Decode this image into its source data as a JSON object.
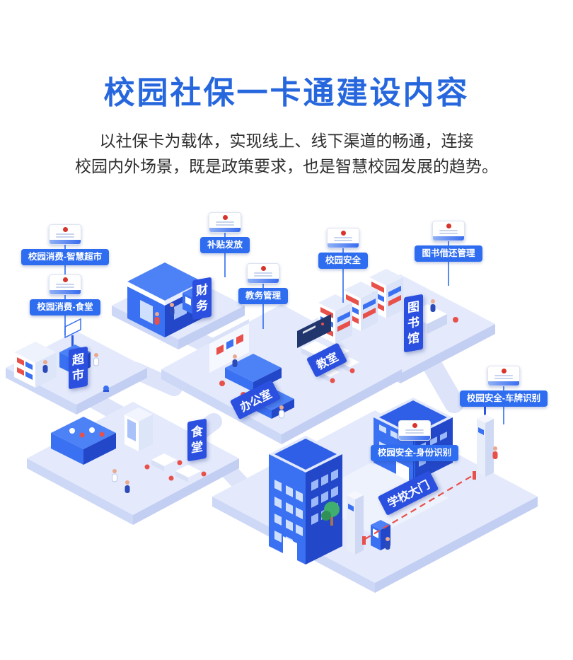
{
  "title": "校园社保一卡通建设内容",
  "intro": {
    "line1": "以社保卡为载体，实现线上、线下渠道的畅通，连接",
    "line2": "校园内外场景，既是政策要求，也是智慧校园发展的趋势。"
  },
  "callouts": [
    {
      "id": "smart-supermarket",
      "label": "校园消费-智慧超市"
    },
    {
      "id": "canteen-consumption",
      "label": "校园消费-食堂"
    },
    {
      "id": "subsidy",
      "label": "补贴发放"
    },
    {
      "id": "academic-affairs",
      "label": "教务管理"
    },
    {
      "id": "campus-security",
      "label": "校园安全"
    },
    {
      "id": "book-management",
      "label": "图书借还管理"
    },
    {
      "id": "plate-recognition",
      "label": "校园安全-车牌识别"
    },
    {
      "id": "identity-recognition",
      "label": "校园安全-身份识别"
    }
  ],
  "areas": [
    {
      "id": "finance",
      "label": "财务"
    },
    {
      "id": "supermarket",
      "label": "超市"
    },
    {
      "id": "office",
      "label": "办公室"
    },
    {
      "id": "classroom",
      "label": "教室"
    },
    {
      "id": "library",
      "label": "图书馆"
    },
    {
      "id": "canteen",
      "label": "食堂"
    },
    {
      "id": "school-gate",
      "label": "学校大门"
    }
  ],
  "icons": {
    "callout_icon": "social-security-card-icon"
  },
  "colors": {
    "title_blue": "#2767dd",
    "callout_pill_blue": "#2e6cf0",
    "area_tag_blue": "#2b50e0",
    "platform_light": "#e4eafc",
    "building_blue": "#3a70f2",
    "building_blue_dark": "#2247c8",
    "accent_red": "#e8504a",
    "card_emblem_red": "#d8342c"
  }
}
